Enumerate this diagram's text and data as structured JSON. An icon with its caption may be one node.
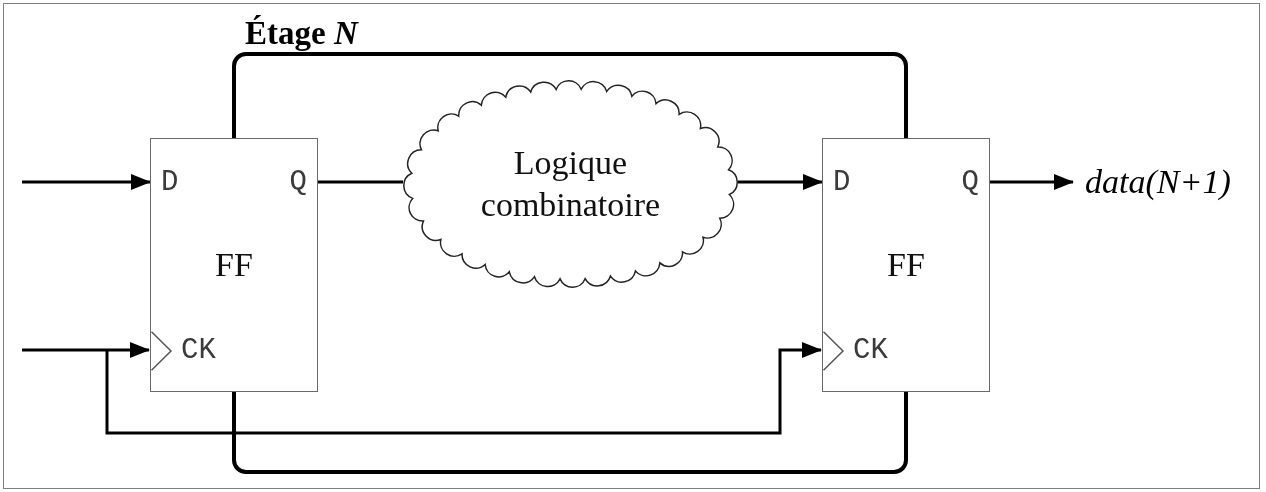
{
  "diagram": {
    "nodes": [
      {
        "text": [
          "Étage *N*"
        ]
      },
      {
        "text": [
          "D",
          "Q",
          "FF",
          "CK"
        ]
      },
      {
        "text": [
          "Logique combinatoire"
        ],
        "in": 0
      },
      {
        "text": [
          "D",
          "Q",
          "FF",
          "CK"
        ]
      },
      {
        "text": [
          "data(N+1)"
        ]
      }
    ],
    "edges": [
      {
        "from": null,
        "to": 1,
        "arrow": "to"
      },
      {
        "from": 1,
        "to": 2,
        "arrow": "none"
      },
      {
        "from": 2,
        "to": 3,
        "arrow": "to"
      },
      {
        "from": 3,
        "to": 4,
        "arrow": "to"
      },
      {
        "from": null,
        "to": 1,
        "arrow": "to"
      },
      {
        "from": null,
        "to": 3,
        "arrow": "to"
      }
    ]
  }
}
